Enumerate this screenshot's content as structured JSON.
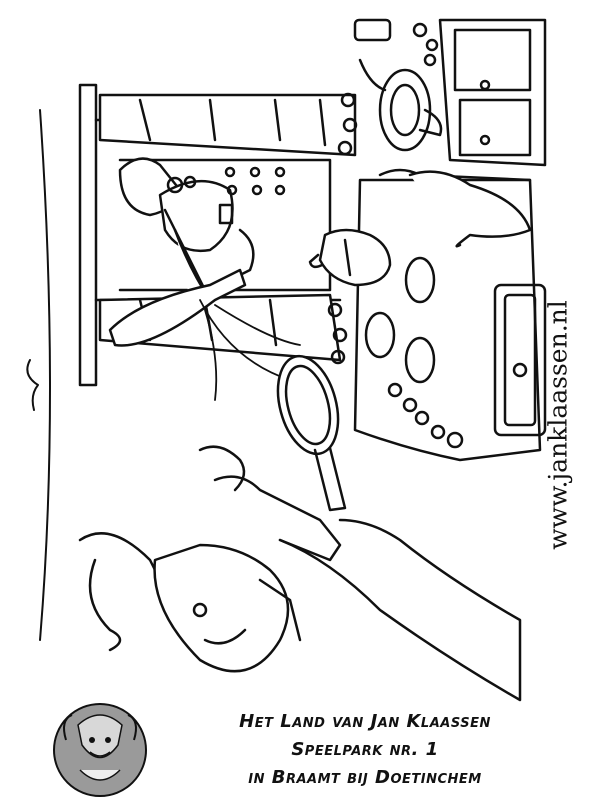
{
  "site_url": "www.janklaassen.nl",
  "caption": {
    "line1": "Het Land van Jan Klaassen",
    "line2": "Speelpark nr. 1",
    "line3": "in Braamt bij Doetinchem"
  },
  "colors": {
    "ink": "#111111",
    "paper": "#ffffff",
    "logo_fill": "#9a9a9a"
  },
  "icons": {
    "logo": "jan-klaassen-logo-icon"
  }
}
